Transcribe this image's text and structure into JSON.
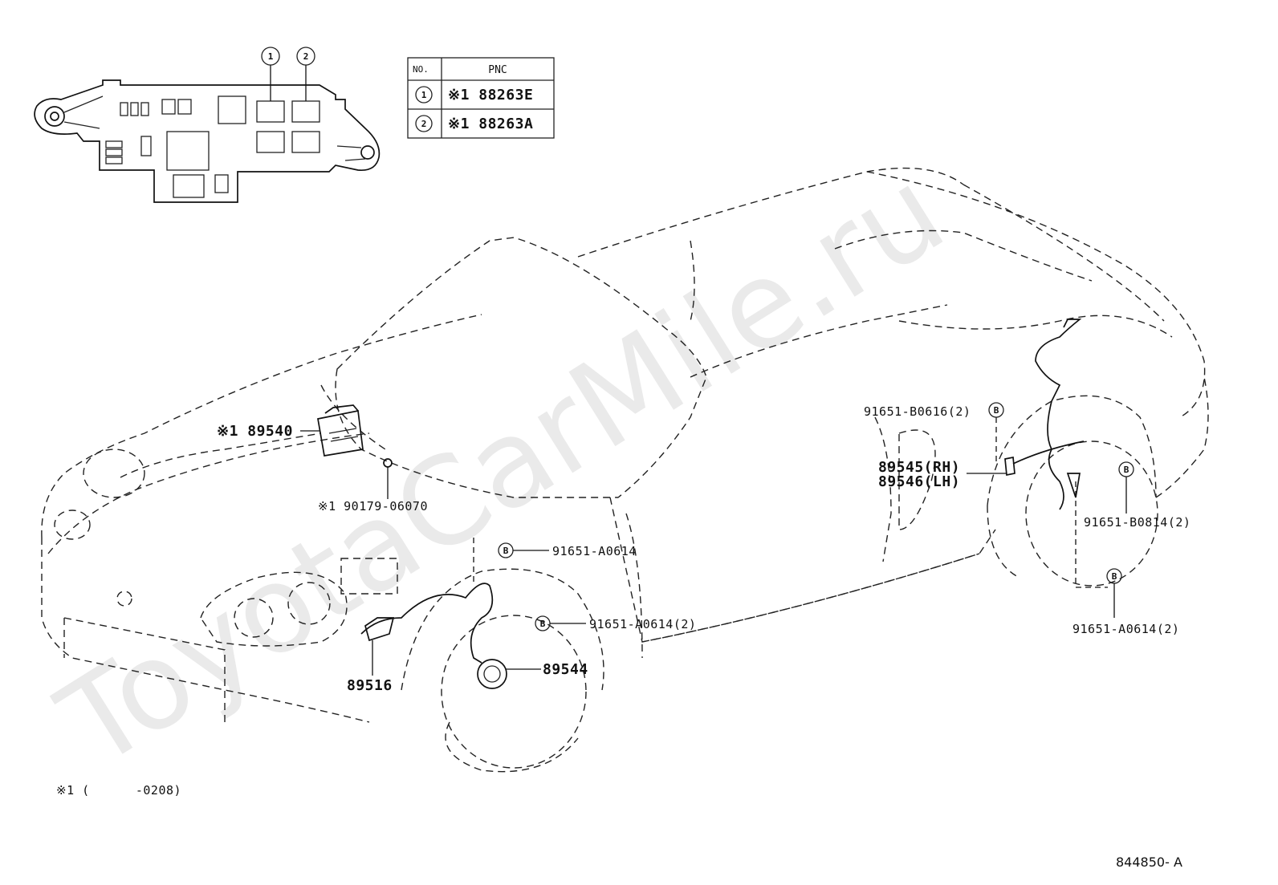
{
  "watermark": "ToyotaCarMile.ru",
  "table": {
    "headers": [
      "NO.",
      "PNC"
    ],
    "rows": [
      {
        "no": "1",
        "pnc": "※1 88263E"
      },
      {
        "no": "2",
        "pnc": "※1 88263A"
      }
    ]
  },
  "relay_block_callouts": [
    "1",
    "2"
  ],
  "parts": {
    "p89540": "※1 89540",
    "p90179": "※1 90179-06070",
    "p91651_a0614_front": "91651-A0614",
    "p91651_a0614_2_front": "91651-A0614(2)",
    "p89516": "89516",
    "p89544": "89544",
    "p91651_b0616": "91651-B0616(2)",
    "p89545": "89545(RH)",
    "p89546": "89546(LH)",
    "p91651_b0814": "91651-B0814(2)",
    "p91651_a0614_2_rear": "91651-A0614(2)"
  },
  "bolt_ref": "B",
  "footnote": "※1 (      -0208)",
  "diagram_id": "844850- A"
}
